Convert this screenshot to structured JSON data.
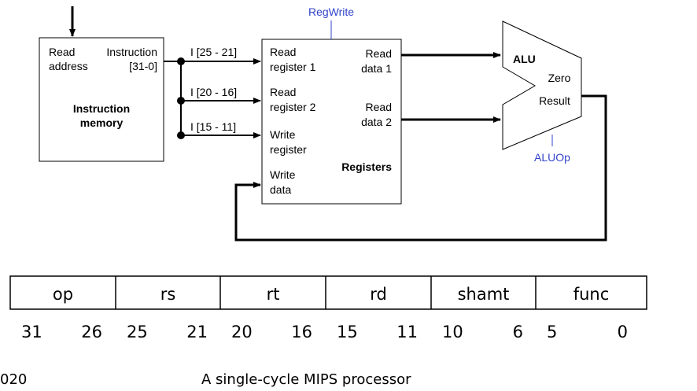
{
  "diagram": {
    "instruction_memory": {
      "read": "Read",
      "address": "address",
      "instruction": "Instruction",
      "range": "[31-0]",
      "title_line1": "Instruction",
      "title_line2": "memory"
    },
    "buses": {
      "b1": "I [25 - 21]",
      "b2": "I [20 - 16]",
      "b3": "I [15 - 11]"
    },
    "registers": {
      "regwrite": "RegWrite",
      "rr1_a": "Read",
      "rr1_b": "register 1",
      "rr2_a": "Read",
      "rr2_b": "register 2",
      "wr_a": "Write",
      "wr_b": "register",
      "wd_a": "Write",
      "wd_b": "data",
      "rd1_a": "Read",
      "rd1_b": "data 1",
      "rd2_a": "Read",
      "rd2_b": "data 2",
      "title": "Registers"
    },
    "alu": {
      "title": "ALU",
      "zero": "Zero",
      "result": "Result",
      "op": "ALUOp"
    }
  },
  "format": {
    "fields": [
      "op",
      "rs",
      "rt",
      "rd",
      "shamt",
      "func"
    ],
    "bits": [
      {
        "hi": "31",
        "lo": "26"
      },
      {
        "hi": "25",
        "lo": "21"
      },
      {
        "hi": "20",
        "lo": "16"
      },
      {
        "hi": "15",
        "lo": "11"
      },
      {
        "hi": "10",
        "lo": "6"
      },
      {
        "hi": "5",
        "lo": "0"
      }
    ]
  },
  "footer": {
    "page": "020",
    "title": "A single-cycle MIPS processor"
  }
}
